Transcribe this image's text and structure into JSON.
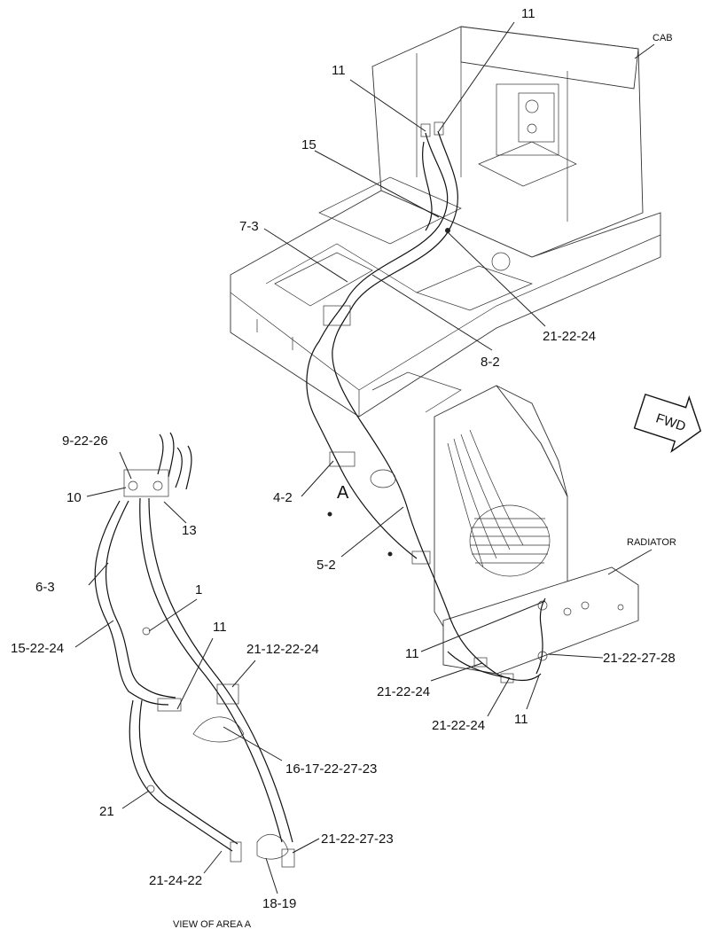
{
  "labels": {
    "cab": "CAB",
    "radiator": "RADIATOR",
    "fwd": "FWD",
    "area_marker": "A",
    "view_caption": "VIEW OF AREA  A"
  },
  "callouts": {
    "c11_top": "11",
    "c11_upper": "11",
    "c15": "15",
    "c7_3": "7-3",
    "c21_22_24_upper": "21-22-24",
    "c8_2": "8-2",
    "c9_22_26": "9-22-26",
    "c10": "10",
    "c13": "13",
    "c4_2": "4-2",
    "c5_2": "5-2",
    "c6_3": "6-3",
    "c1": "1",
    "c15_22_24": "15-22-24",
    "c11_view": "11",
    "c21_12_22_24": "21-12-22-24",
    "c11_radiator": "11",
    "c21_22_27_28": "21-22-27-28",
    "c21_22_24_lower_a": "21-22-24",
    "c21_22_24_lower_b": "21-22-24",
    "c11_lower": "11",
    "c16_17_22_27_23": "16-17-22-27-23",
    "c21": "21",
    "c21_22_27_23": "21-22-27-23",
    "c21_24_22": "21-24-22",
    "c18_19": "18-19"
  },
  "icons": {
    "fwd_arrow": "fwd-arrow-icon"
  }
}
